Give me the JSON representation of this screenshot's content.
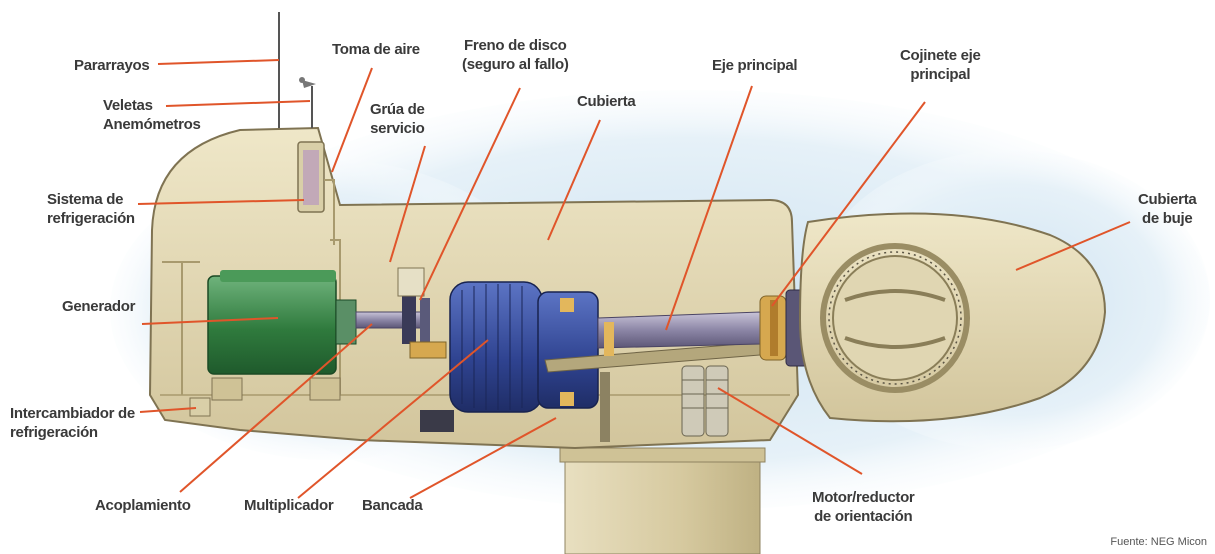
{
  "diagram": {
    "labels": [
      {
        "id": "pararrayos",
        "lines": [
          "Pararrayos"
        ]
      },
      {
        "id": "toma-aire",
        "lines": [
          "Toma de aire"
        ]
      },
      {
        "id": "freno-disco",
        "lines": [
          "Freno de disco",
          "(seguro al fallo)"
        ]
      },
      {
        "id": "cubierta",
        "lines": [
          "Cubierta"
        ]
      },
      {
        "id": "eje-principal",
        "lines": [
          "Eje principal"
        ]
      },
      {
        "id": "cojinete",
        "lines": [
          "Cojinete eje",
          "principal"
        ]
      },
      {
        "id": "veletas",
        "lines": [
          "Veletas",
          "Anemómetros"
        ]
      },
      {
        "id": "grua",
        "lines": [
          "Grúa de",
          "servicio"
        ]
      },
      {
        "id": "sistema-refrigeracion",
        "lines": [
          "Sistema de",
          "refrigeración"
        ]
      },
      {
        "id": "cubierta-buje",
        "lines": [
          "Cubierta",
          "de buje"
        ]
      },
      {
        "id": "generador",
        "lines": [
          "Generador"
        ]
      },
      {
        "id": "intercambiador",
        "lines": [
          "Intercambiador de",
          "refrigeración"
        ]
      },
      {
        "id": "acoplamiento",
        "lines": [
          "Acoplamiento"
        ]
      },
      {
        "id": "multiplicador",
        "lines": [
          "Multiplicador"
        ]
      },
      {
        "id": "bancada",
        "lines": [
          "Bancada"
        ]
      },
      {
        "id": "motor-reductor",
        "lines": [
          "Motor/reductor",
          "de orientación"
        ]
      }
    ],
    "source": "Fuente: NEG Micon",
    "colors": {
      "leader": "#e0552a",
      "nacelle": "#e3d8b4",
      "generator": "#3f8a4c",
      "gearbox": "#3a4f9a",
      "sky": "#d6e8f3"
    }
  }
}
